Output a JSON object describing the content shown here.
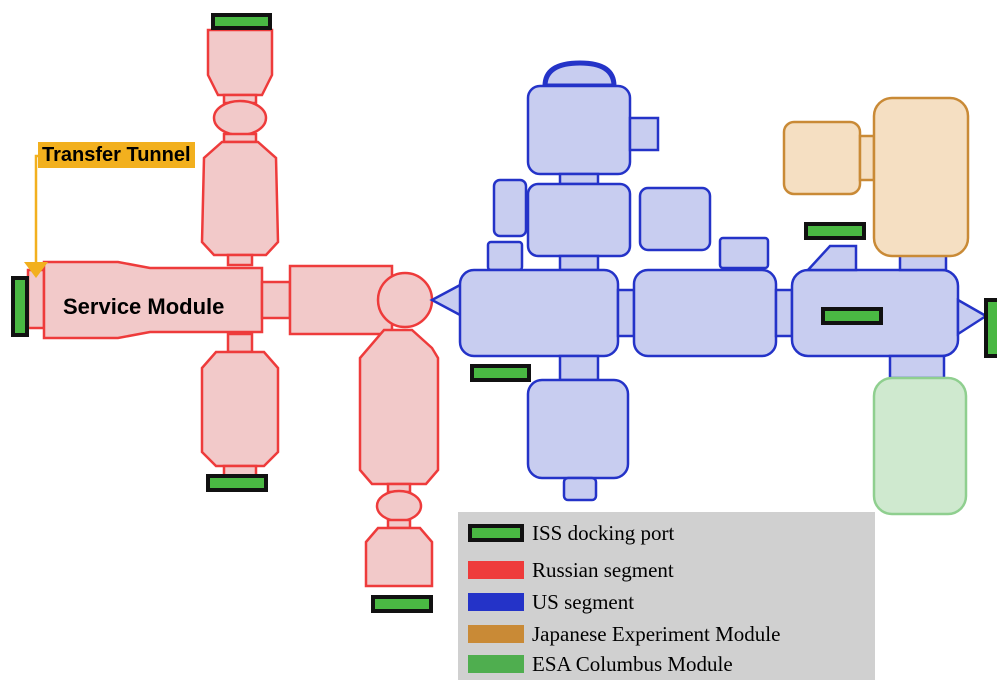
{
  "callout": {
    "label": "Transfer Tunnel"
  },
  "module_label": "Service Module",
  "legend": {
    "items": [
      {
        "label": "ISS docking port",
        "color": "#4ab843",
        "kind": "port"
      },
      {
        "label": "Russian segment",
        "color": "#ee3b3b",
        "kind": "fill"
      },
      {
        "label": "US segment",
        "color": "#2433c8",
        "kind": "fill"
      },
      {
        "label": "Japanese Experiment Module",
        "color": "#c98a36",
        "kind": "fill"
      },
      {
        "label": "ESA Columbus Module",
        "color": "#4fae4f",
        "kind": "fill"
      }
    ]
  },
  "colors": {
    "russian_fill": "#f2c9c9",
    "russian_stroke": "#ee3b3b",
    "us_fill": "#c8cdf0",
    "us_stroke": "#2433c8",
    "jem_fill": "#f5dfc2",
    "jem_stroke": "#c98a36",
    "esa_fill": "#cfe9cf",
    "esa_stroke": "#8fcf8f",
    "port": "#4ab843",
    "callout": "#f2b01e"
  }
}
